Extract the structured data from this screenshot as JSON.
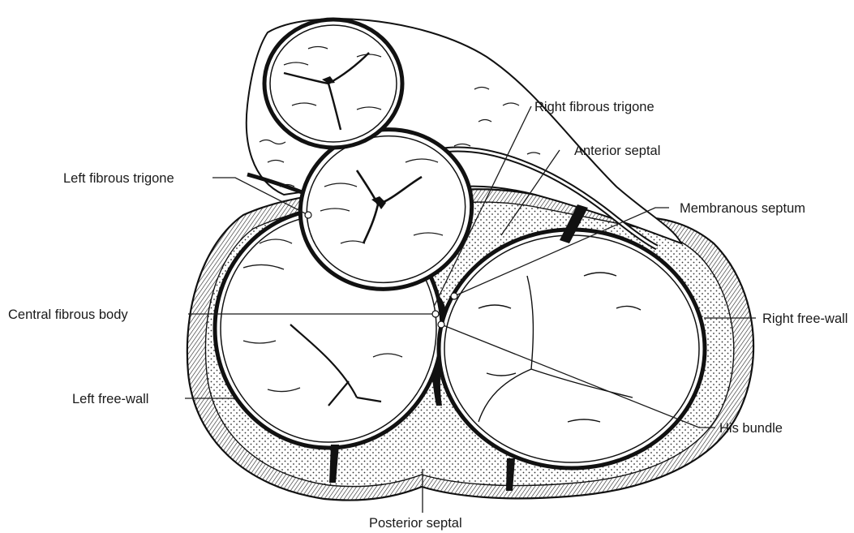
{
  "labels": {
    "right_fibrous_trigone": "Right fibrous trigone",
    "anterior_septal": "Anterior septal",
    "left_fibrous_trigone": "Left fibrous trigone",
    "membranous_septum": "Membranous septum",
    "central_fibrous_body": "Central fibrous body",
    "right_free_wall": "Right free-wall",
    "left_free_wall": "Left free-wall",
    "his_bundle": "His bundle",
    "posterior_septal": "Posterior septal"
  }
}
